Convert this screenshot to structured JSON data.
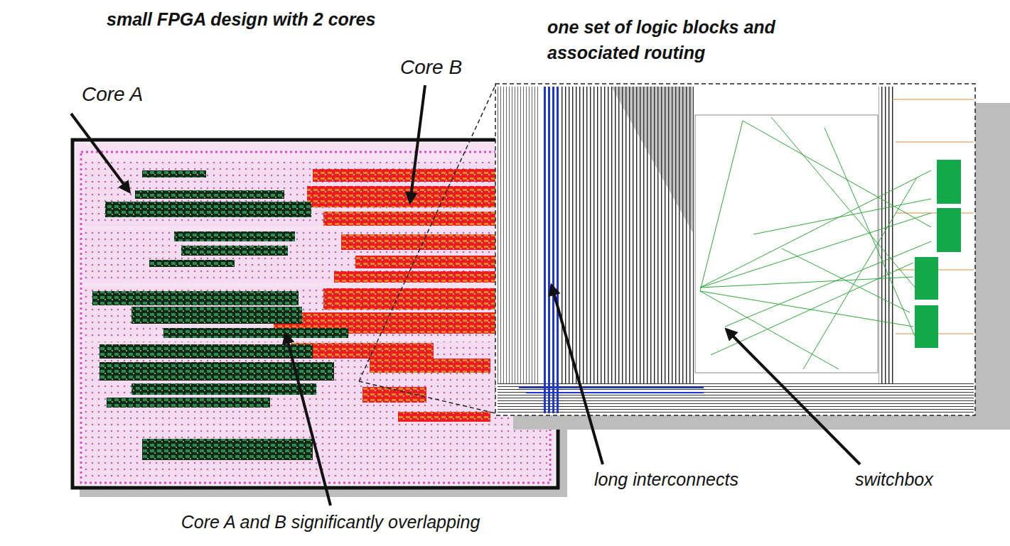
{
  "diagram": {
    "labels": [
      "small FPGA design with 2 cores",
      "one set of logic blocks and associated routing",
      "Core A",
      "Core B",
      "long interconnects",
      "switchbox",
      "Core A and B significantly overlapping"
    ]
  }
}
